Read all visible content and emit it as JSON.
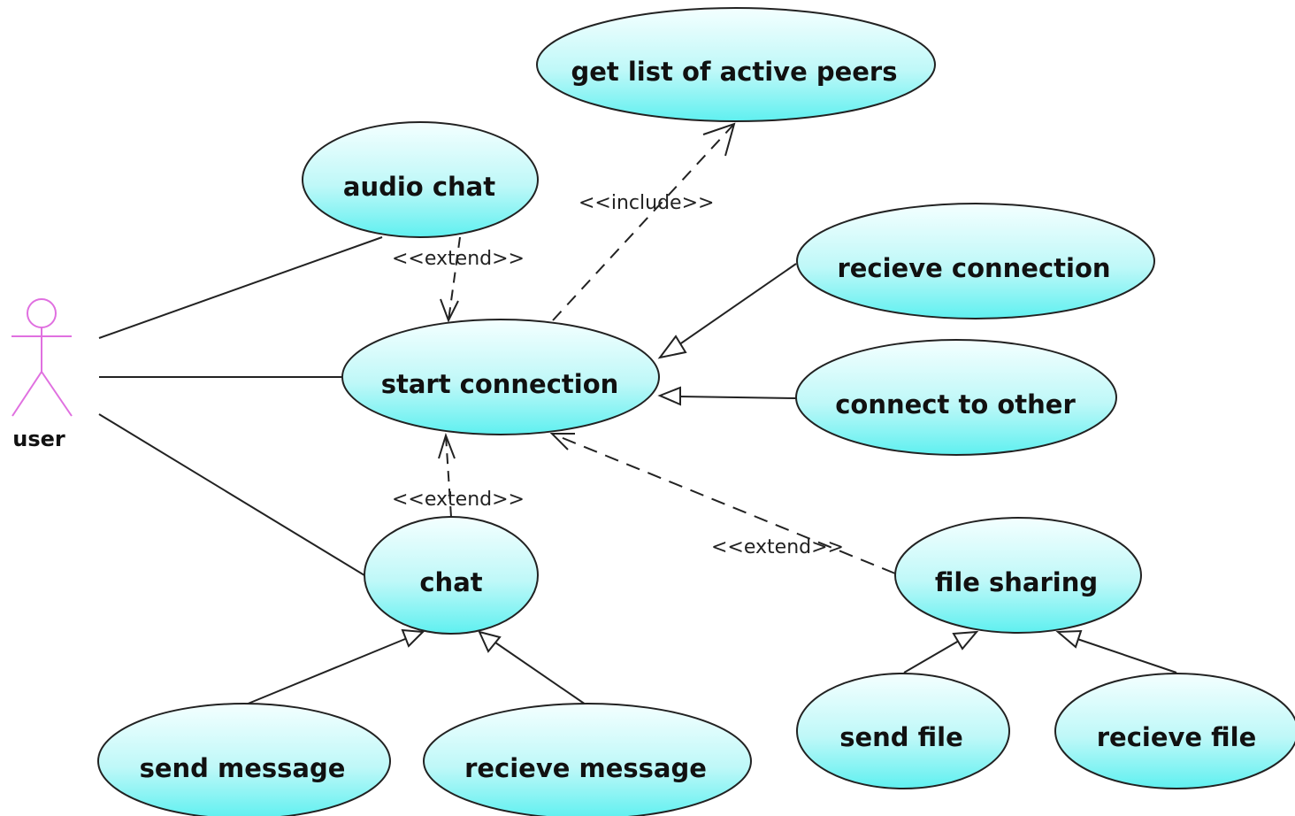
{
  "diagram": {
    "actor": {
      "label": "user"
    },
    "use_cases": {
      "get_list": "get list of active peers",
      "audio_chat": "audio chat",
      "recieve_connection": "recieve connection",
      "start_connection": "start connection",
      "connect_to_other": "connect to other",
      "chat": "chat",
      "file_sharing": "file sharing",
      "send_message": "send message",
      "recieve_message": "recieve message",
      "send_file": "send file",
      "recieve_file": "recieve file"
    },
    "stereotypes": {
      "include": "<<include>>",
      "extend_audio": "<<extend>>",
      "extend_chat": "<<extend>>",
      "extend_file": "<<extend>>"
    },
    "colors": {
      "use_case_fill_top": "#f4ffff",
      "use_case_fill_bottom": "#5ff0f0",
      "stroke": "#222222",
      "actor": "#e070e0"
    }
  }
}
